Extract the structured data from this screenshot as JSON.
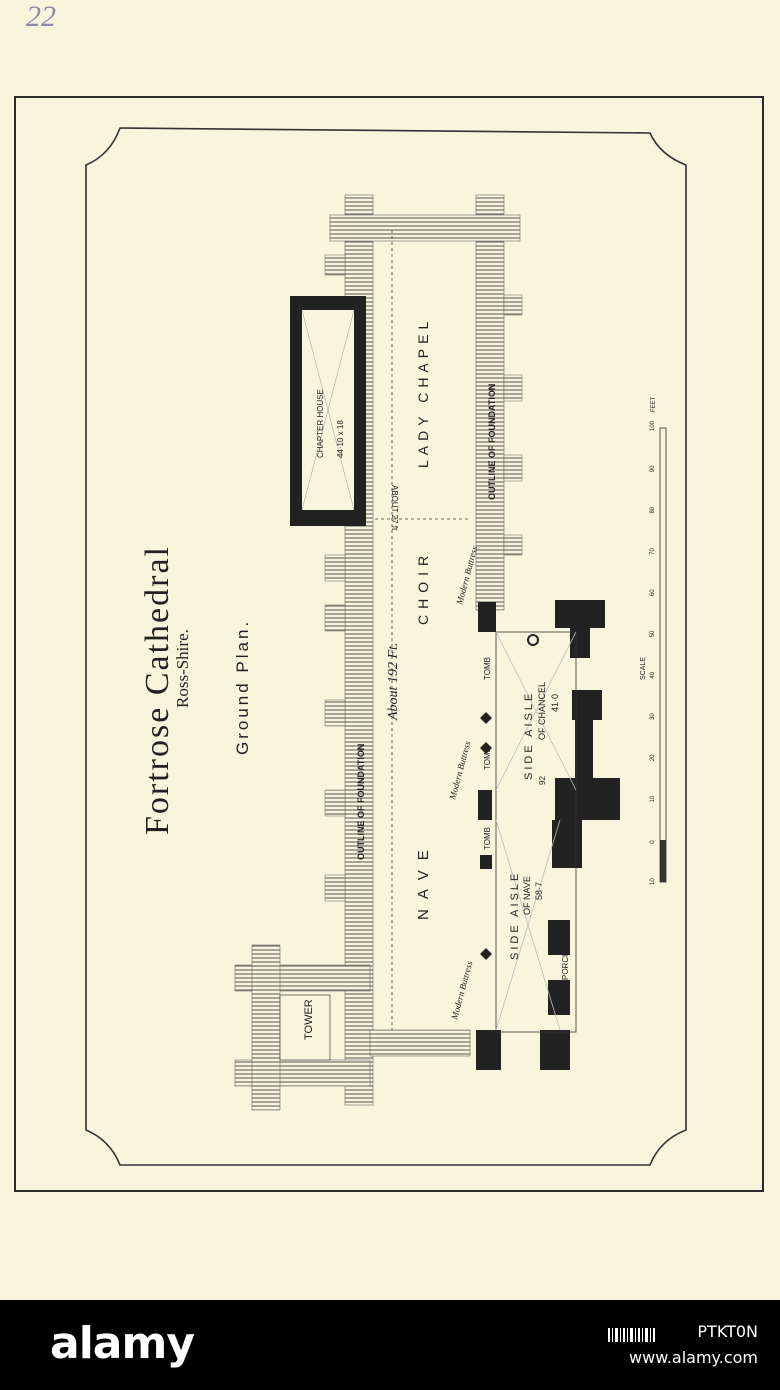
{
  "page": {
    "number": "22"
  },
  "plan": {
    "title": "Fortrose Cathedral",
    "county": "Ross-Shire.",
    "subtitle": "Ground Plan.",
    "labels": {
      "tower": "TOWER",
      "nave": "NAVE",
      "choir": "CHOIR",
      "lady_chapel": "LADY CHAPEL",
      "chapter_house": "CHAPTER HOUSE",
      "chapter_house_dims": "44·10 x 18",
      "outline_1": "OUTLINE OF FOUNDATION",
      "outline_2": "OUTLINE OF FOUNDATION",
      "side_aisle_nave": "SIDE AISLE",
      "side_aisle_nave_sub": "OF NAVE",
      "side_aisle_nave_len": "58·7",
      "side_aisle_chancel": "SIDE AISLE",
      "side_aisle_chancel_sub": "OF CHANCEL",
      "side_aisle_chancel_len": "41·0",
      "total_length": "About 192 Ft.",
      "about_27": "ABOUT 27 ft",
      "modern_buttress_1": "Modern Buttress",
      "modern_buttress_2": "Modern Buttress",
      "modern_buttress_3": "Modern Buttress",
      "tomb_1": "TOMB",
      "tomb_2": "TOMB",
      "tomb_3": "TOMB",
      "porch": "PORCH",
      "dim_92": "92"
    },
    "scale": {
      "label": "SCALE",
      "unit": "FEET",
      "ticks": [
        "10",
        "0",
        "10",
        "20",
        "30",
        "40",
        "50",
        "60",
        "70",
        "80",
        "90",
        "100"
      ]
    }
  },
  "watermark": {
    "text": "alamy"
  },
  "footer": {
    "logo": "alamy",
    "image_id": "PTKT0N",
    "url": "www.alamy.com"
  }
}
